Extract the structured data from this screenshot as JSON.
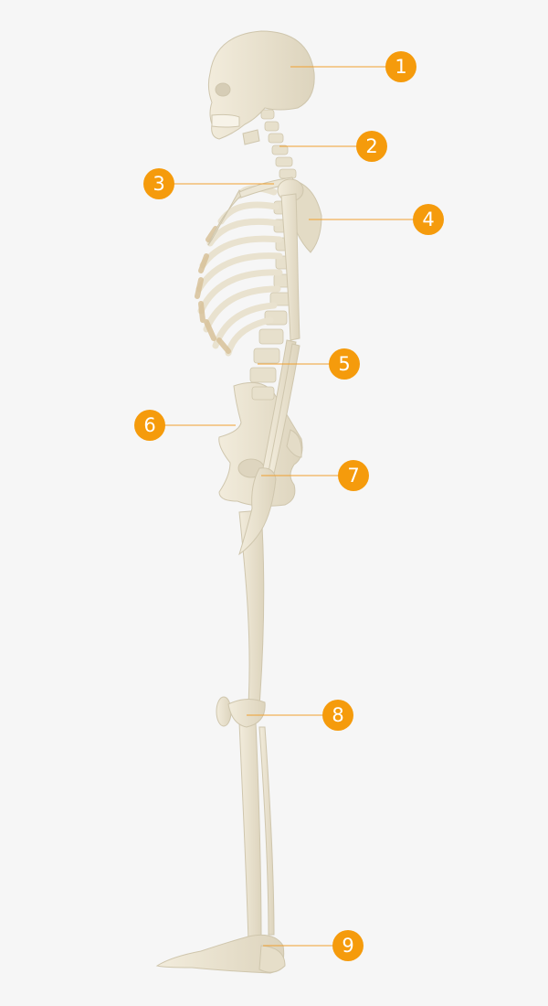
{
  "colors": {
    "background": "#f6f6f6",
    "bone": "#ece6d5",
    "bone_shadow": "#cfc6ad",
    "cartilage": "#d8c29a",
    "leader_line": "#f0a030",
    "marker_fill": "#f59b0c",
    "marker_text": "#ffffff"
  },
  "figure": "skeleton-lateral-view",
  "markers": [
    {
      "label": "1",
      "region": "skull"
    },
    {
      "label": "2",
      "region": "cervical-spine"
    },
    {
      "label": "3",
      "region": "clavicle"
    },
    {
      "label": "4",
      "region": "scapula"
    },
    {
      "label": "5",
      "region": "lumbar-spine"
    },
    {
      "label": "6",
      "region": "pelvis"
    },
    {
      "label": "7",
      "region": "hand"
    },
    {
      "label": "8",
      "region": "knee"
    },
    {
      "label": "9",
      "region": "ankle"
    }
  ]
}
